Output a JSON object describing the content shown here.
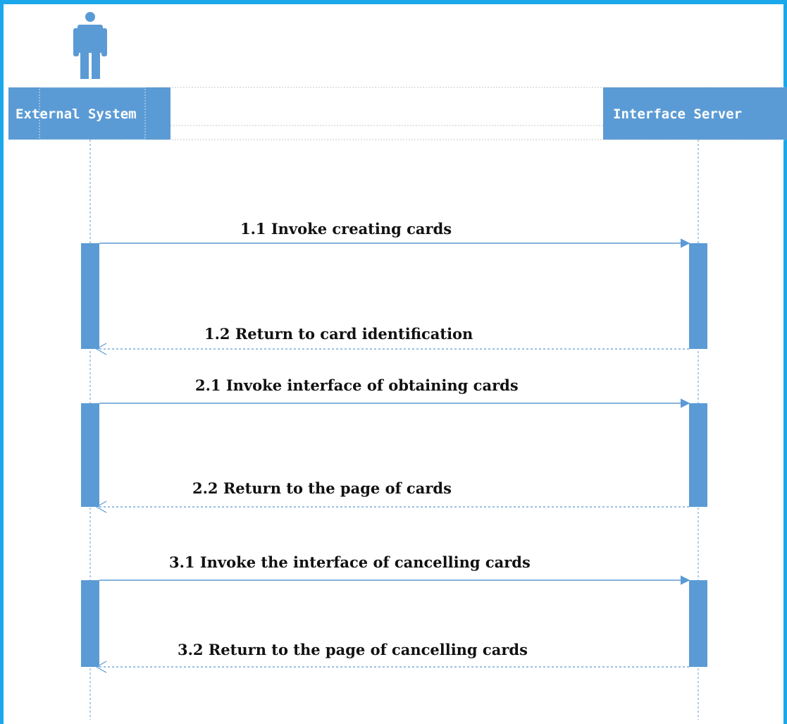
{
  "colors": {
    "frame": "#1aa8ea",
    "element": "#5b9bd5",
    "arrow": "#5b9bd5",
    "text": "#111111"
  },
  "actor": {
    "icon": "person-icon"
  },
  "participants": {
    "left": {
      "label": "External System"
    },
    "right": {
      "label": "Interface Server"
    }
  },
  "messages": [
    {
      "label": "1.1 Invoke creating cards",
      "direction": "request"
    },
    {
      "label": "1.2 Return to card identification",
      "direction": "return"
    },
    {
      "label": "2.1 Invoke interface of obtaining cards",
      "direction": "request"
    },
    {
      "label": "2.2 Return to the page of cards",
      "direction": "return"
    },
    {
      "label": "3.1 Invoke the interface of cancelling cards",
      "direction": "request"
    },
    {
      "label": "3.2 Return to the page of cancelling cards",
      "direction": "return"
    }
  ]
}
